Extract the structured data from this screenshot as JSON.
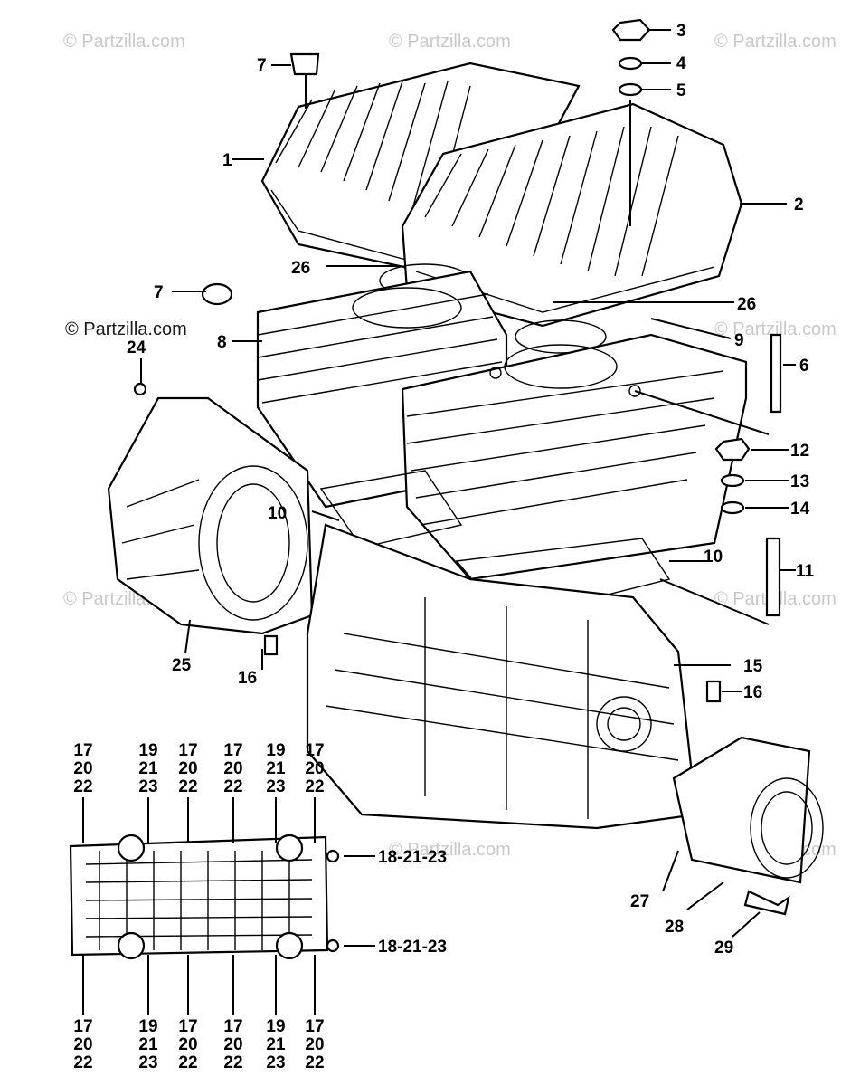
{
  "watermarks": [
    "© Partzilla.com",
    "© Partzilla.com",
    "© Partzilla.com",
    "© Partzilla.com",
    "© Partzilla.com",
    "© Partzilla.com",
    "© Partzilla.com",
    "© Partzilla.com",
    "© Partzilla.com"
  ],
  "callouts": {
    "c1": "1",
    "c2": "2",
    "c3": "3",
    "c4": "4",
    "c5": "5",
    "c6": "6",
    "c7a": "7",
    "c7b": "7",
    "c8": "8",
    "c9": "9",
    "c10a": "10",
    "c10b": "10",
    "c11": "11",
    "c12": "12",
    "c13": "13",
    "c14": "14",
    "c15": "15",
    "c16a": "16",
    "c16b": "16",
    "c24": "24",
    "c25": "25",
    "c26a": "26",
    "c26b": "26",
    "c27": "27",
    "c28": "28",
    "c29": "29"
  },
  "bottom_plate": {
    "right_refs": [
      "18-21-23",
      "18-21-23"
    ],
    "top_stacks": [
      [
        "17",
        "20",
        "22"
      ],
      [
        "19",
        "21",
        "23"
      ],
      [
        "17",
        "20",
        "22"
      ],
      [
        "17",
        "20",
        "22"
      ],
      [
        "19",
        "21",
        "23"
      ],
      [
        "17",
        "20",
        "22"
      ]
    ],
    "bottom_stacks": [
      [
        "17",
        "20",
        "22"
      ],
      [
        "19",
        "21",
        "23"
      ],
      [
        "17",
        "20",
        "22"
      ],
      [
        "17",
        "20",
        "22"
      ],
      [
        "19",
        "21",
        "23"
      ],
      [
        "17",
        "20",
        "22"
      ]
    ]
  }
}
